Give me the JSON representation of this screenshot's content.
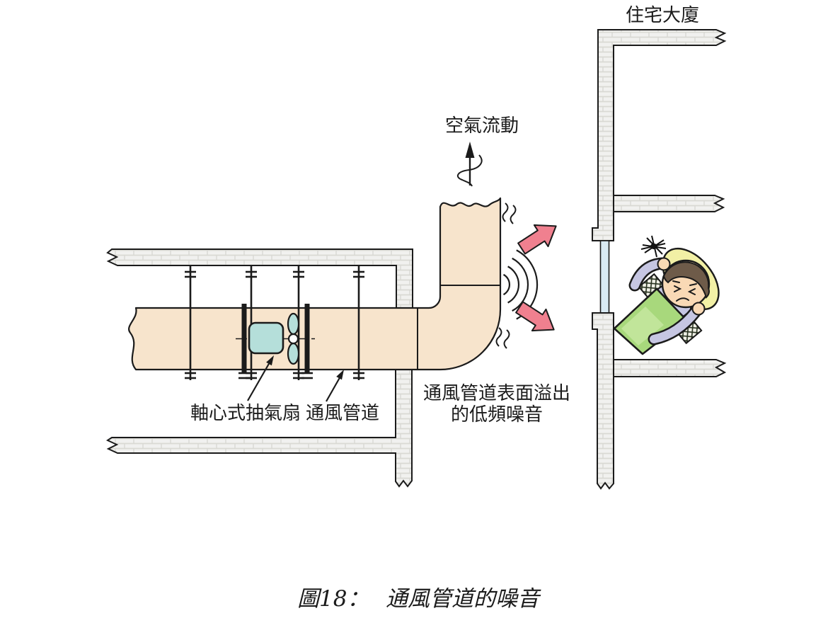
{
  "figure": {
    "caption": {
      "number": "圖18：",
      "text": "通風管道的噪音"
    },
    "labels": {
      "building": "住宅大廈",
      "air_flow": "空氣流動",
      "axial_fan": "軸心式抽氣扇",
      "vent_duct": "通風管道",
      "noise_line1": "通風管道表面溢出",
      "noise_line2": "的低頻噪音"
    },
    "colors": {
      "duct_fill": "#F7E4CC",
      "wall_fill": "#F1F1EF",
      "fan_fill": "#B5DFDA",
      "noise_arrow": "#F0808F",
      "window_fill": "#D9EAF3",
      "blanket": "#A8D87C",
      "blanket_light": "#C6E8A0",
      "pillow": "#F2F0A5",
      "pajama": "#C6C6E2",
      "skin": "#F9D9B5",
      "hair": "#6E5B49",
      "line": "#1b1b1b",
      "background": "#FFFFFF"
    }
  }
}
